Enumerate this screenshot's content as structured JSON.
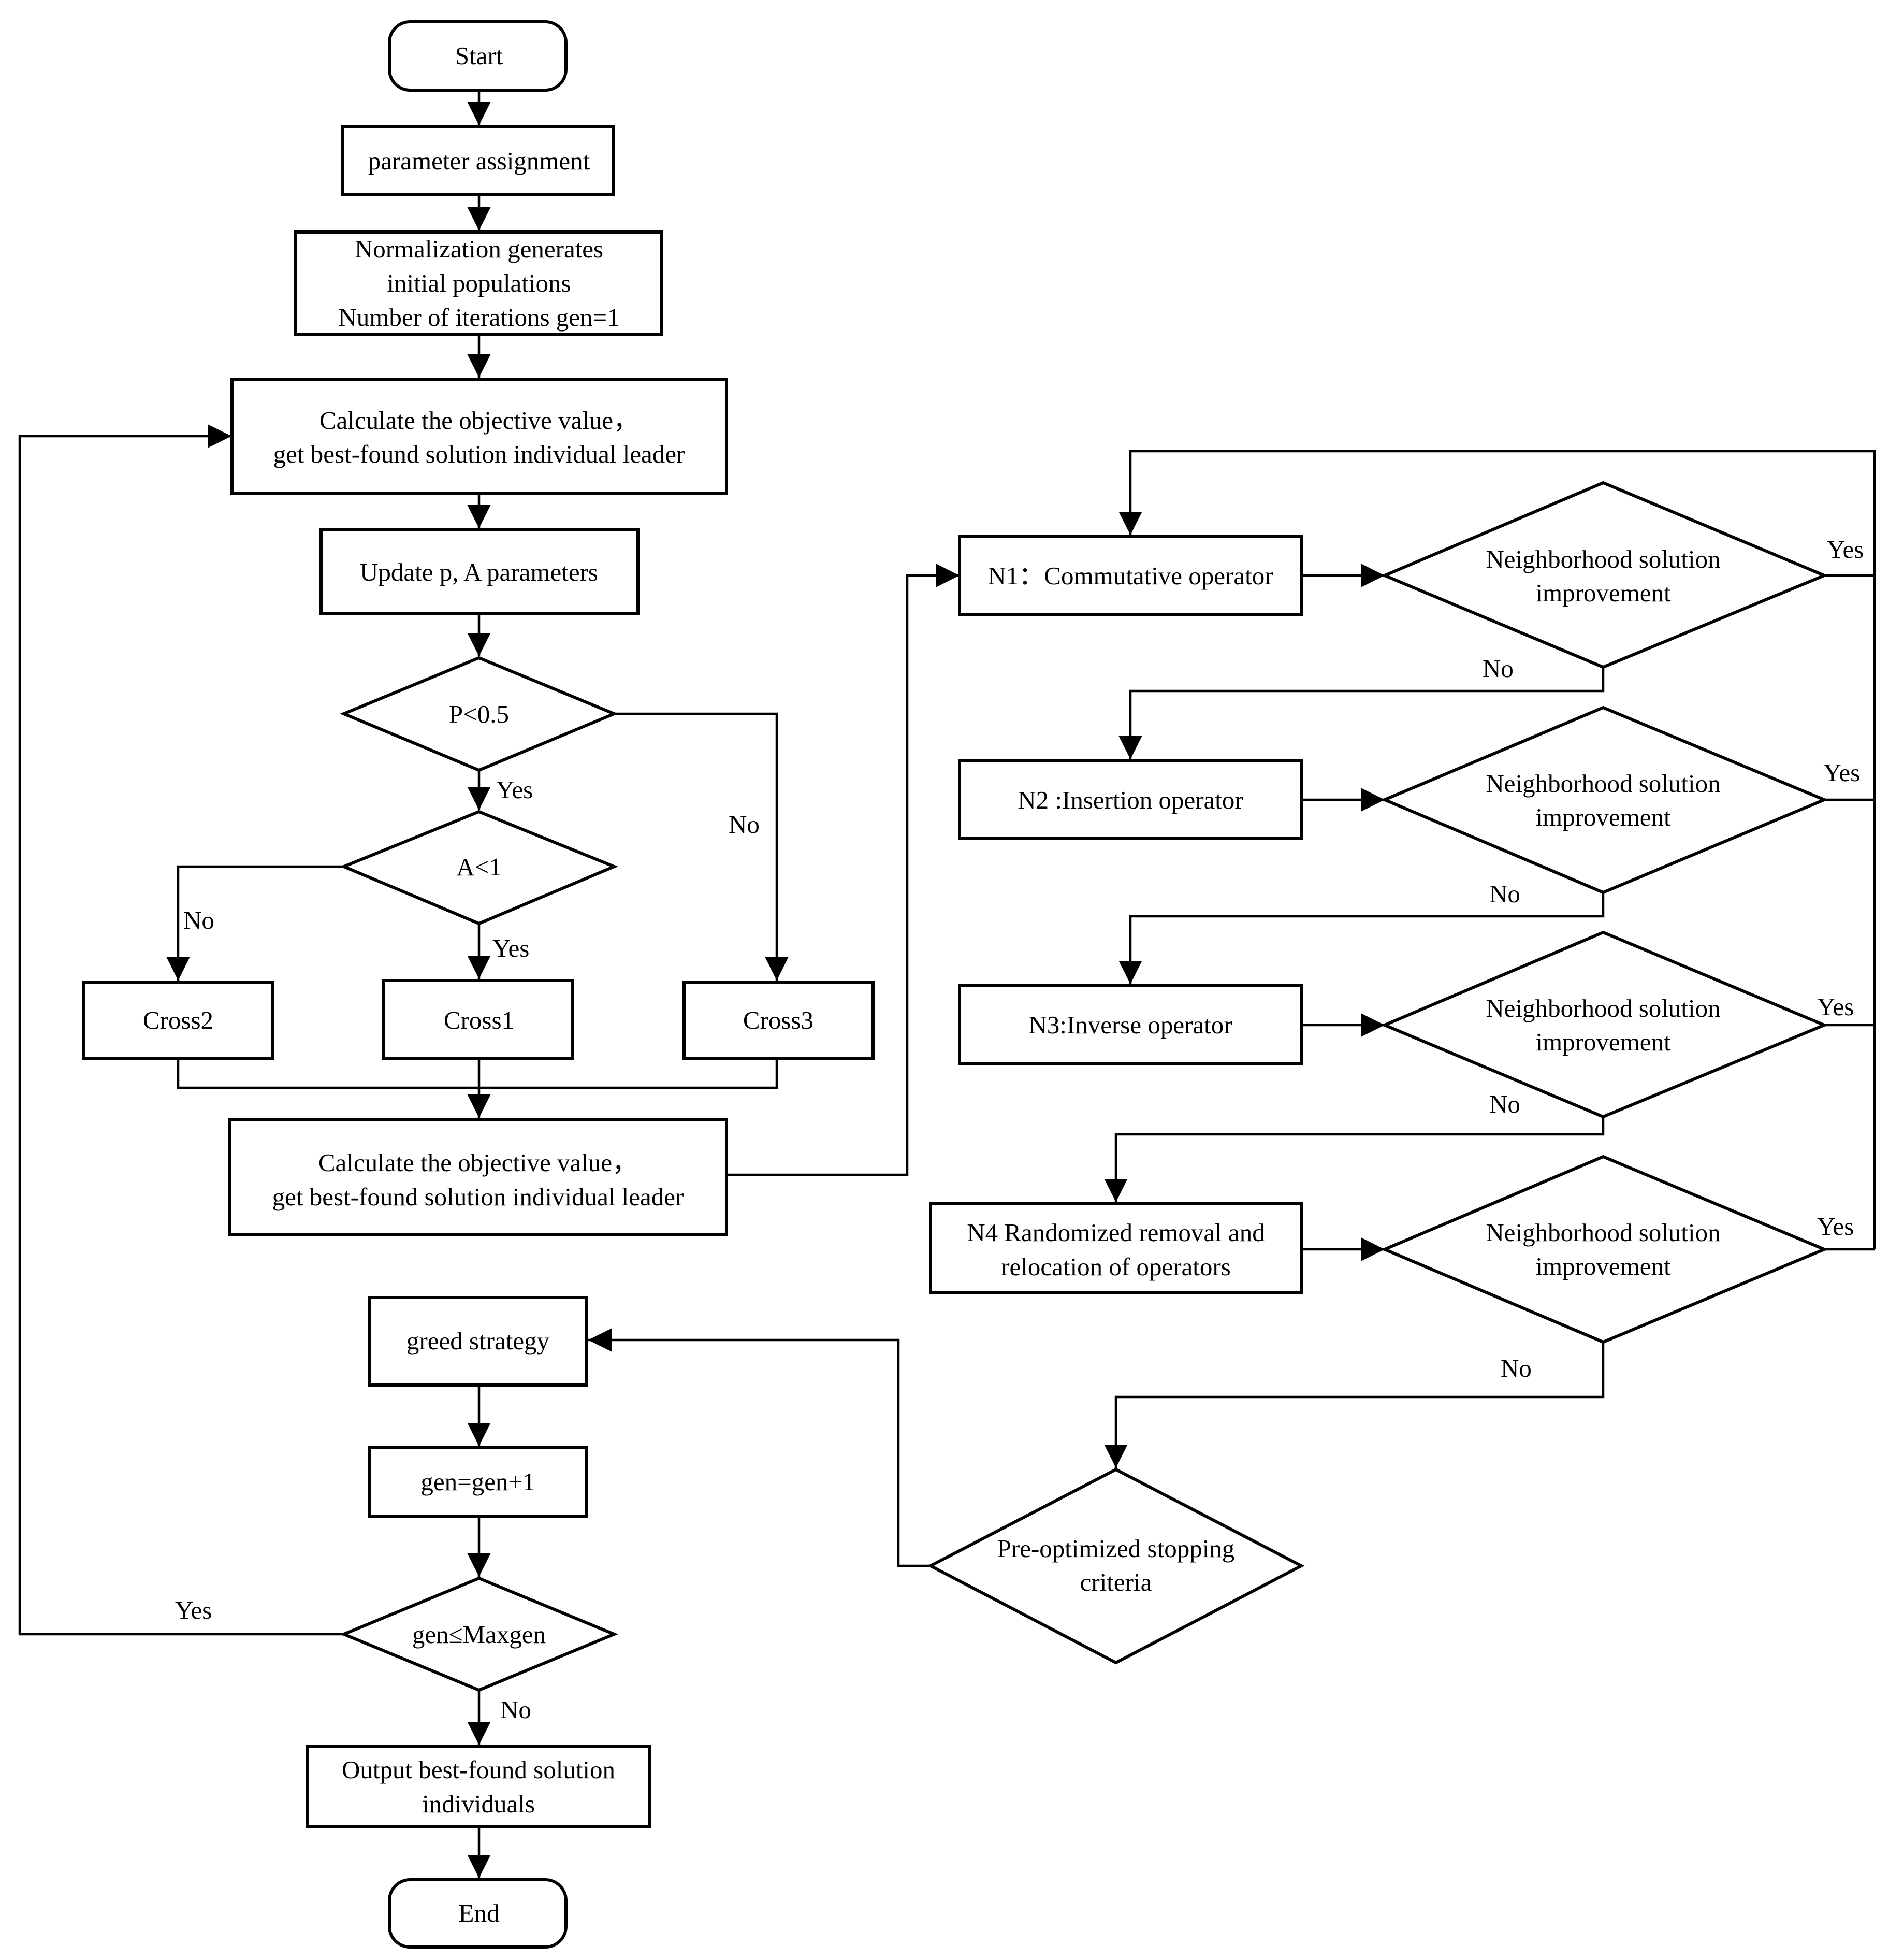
{
  "nodes": {
    "start": "Start",
    "param": "parameter assignment",
    "norm": [
      "Normalization generates",
      "initial populations",
      "Number of iterations gen=1"
    ],
    "calc1": [
      "Calculate the objective value，",
      "get  best-found solution individual leader"
    ],
    "update": "Update p, A parameters",
    "p_dec": "P<0.5",
    "a_dec": "A<1",
    "cross2": "Cross2",
    "cross1": "Cross1",
    "cross3": "Cross3",
    "calc2": [
      "Calculate the objective value，",
      "get best-found solution individual leader"
    ],
    "greed": "greed strategy",
    "gen_inc": "gen=gen+1",
    "gen_dec": "gen≤Maxgen",
    "output": [
      "Output  best-found solution",
      "individuals"
    ],
    "end": "End",
    "n1": "N1：Commutative operator",
    "n2": "N2 :Insertion operator",
    "n3": "N3:Inverse operator",
    "n4": [
      "N4 Randomized removal and",
      "relocation of operators"
    ],
    "nsi": [
      "Neighborhood solution",
      "improvement"
    ],
    "stop": [
      "Pre-optimized stopping",
      "criteria"
    ]
  },
  "edge_labels": {
    "yes": "Yes",
    "no": "No"
  }
}
